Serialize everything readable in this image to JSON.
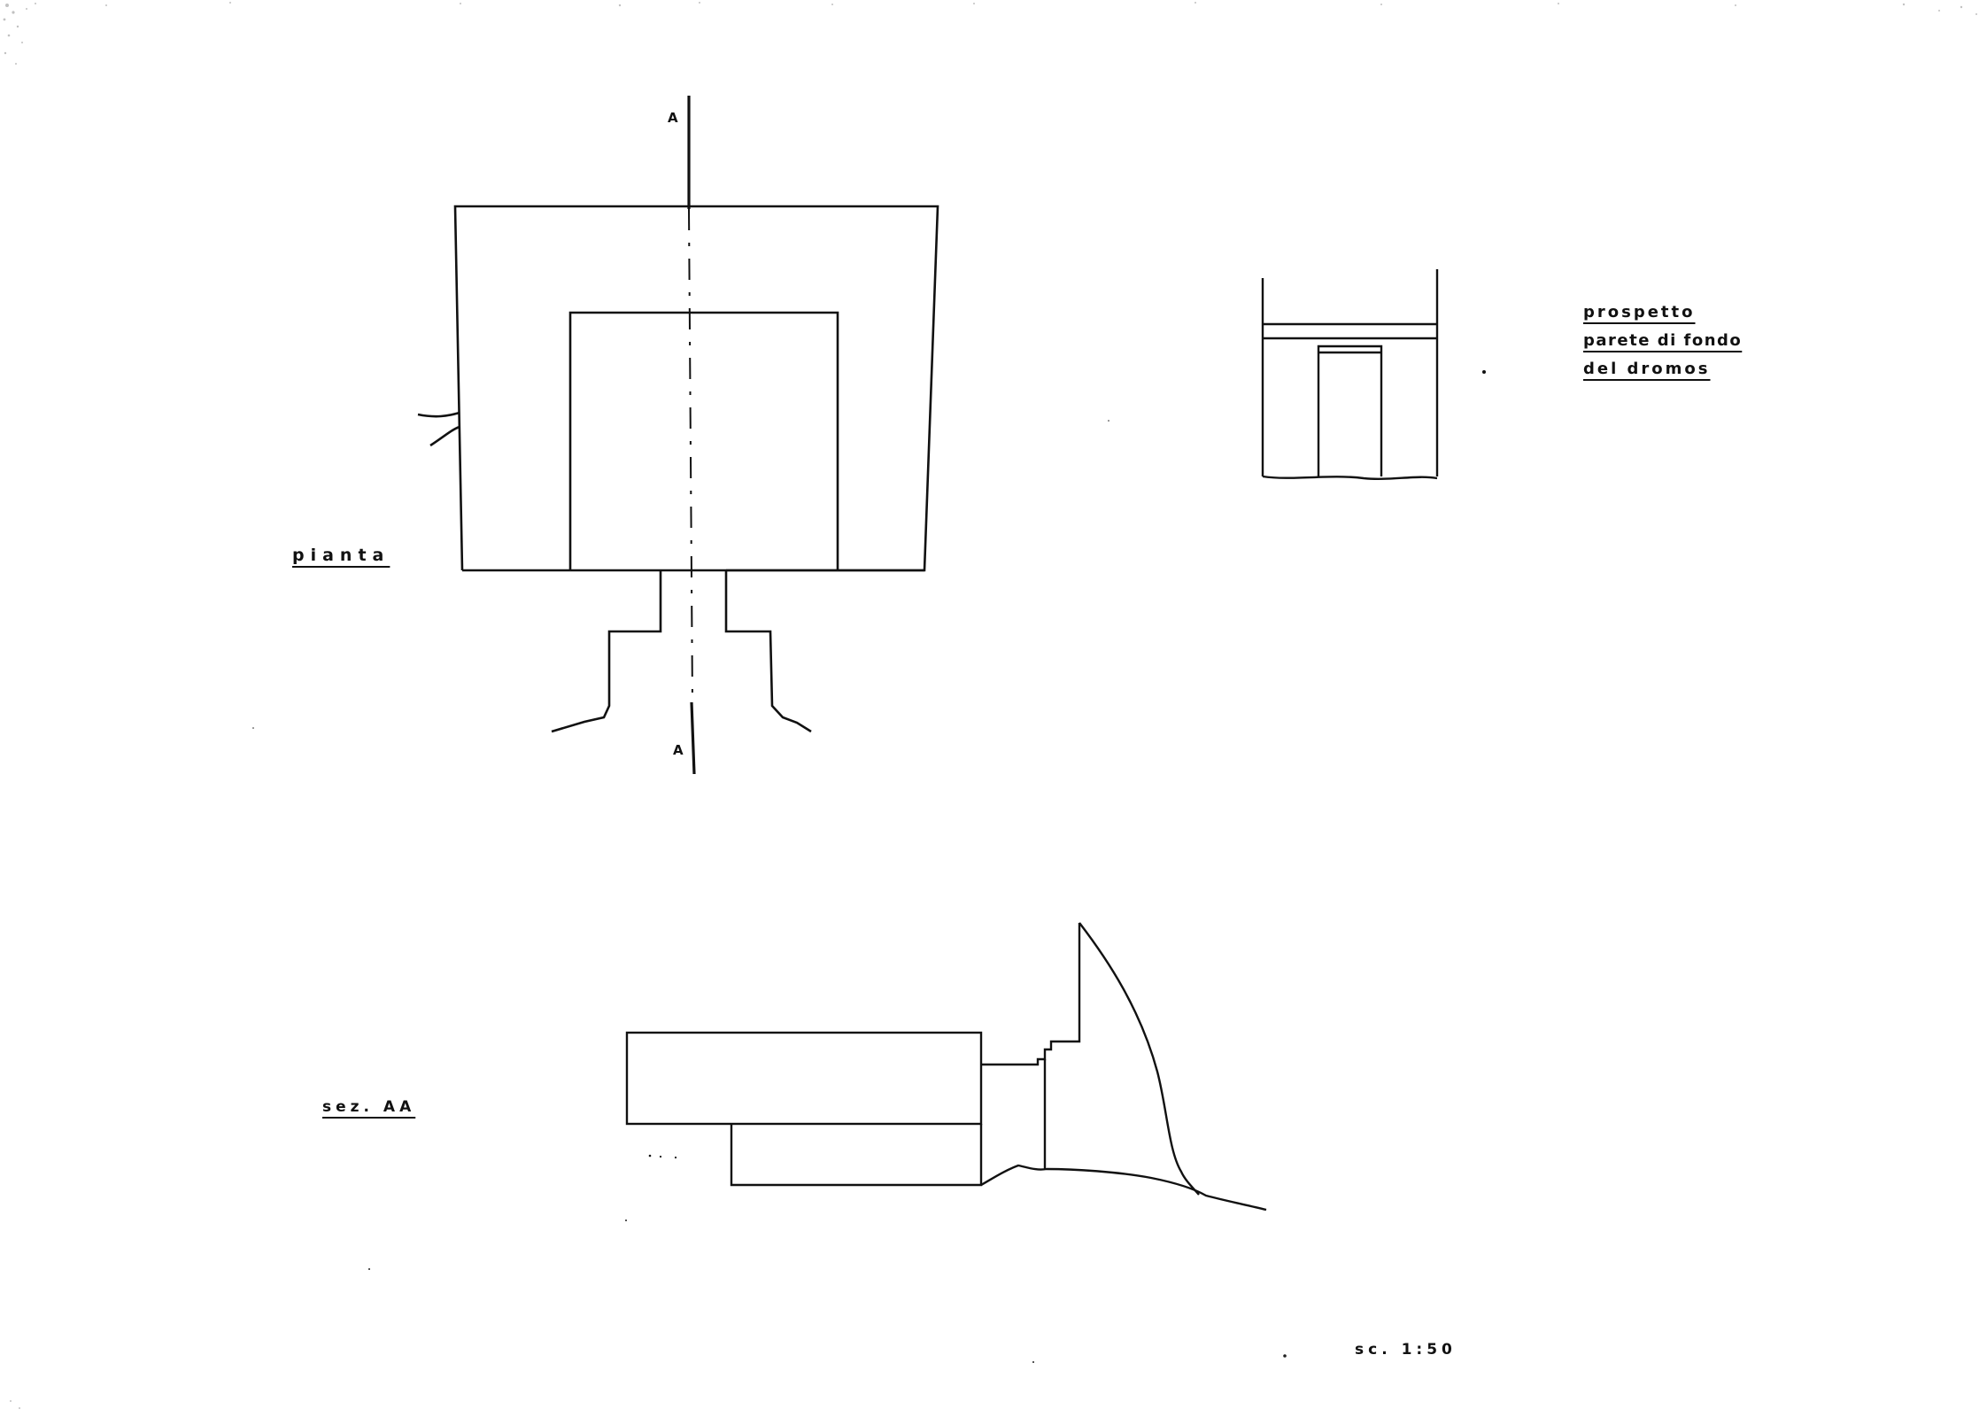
{
  "drawing": {
    "section_marker_top": "A",
    "section_marker_bottom": "A",
    "plan_label": "pianta",
    "elevation_label_line1": "prospetto",
    "elevation_label_line2": "parete di fondo",
    "elevation_label_line3": "del dromos",
    "section_label": "sez. AA",
    "scale_label": "sc. 1:50"
  },
  "colors": {
    "ink": "#111111",
    "paper": "#ffffff"
  }
}
